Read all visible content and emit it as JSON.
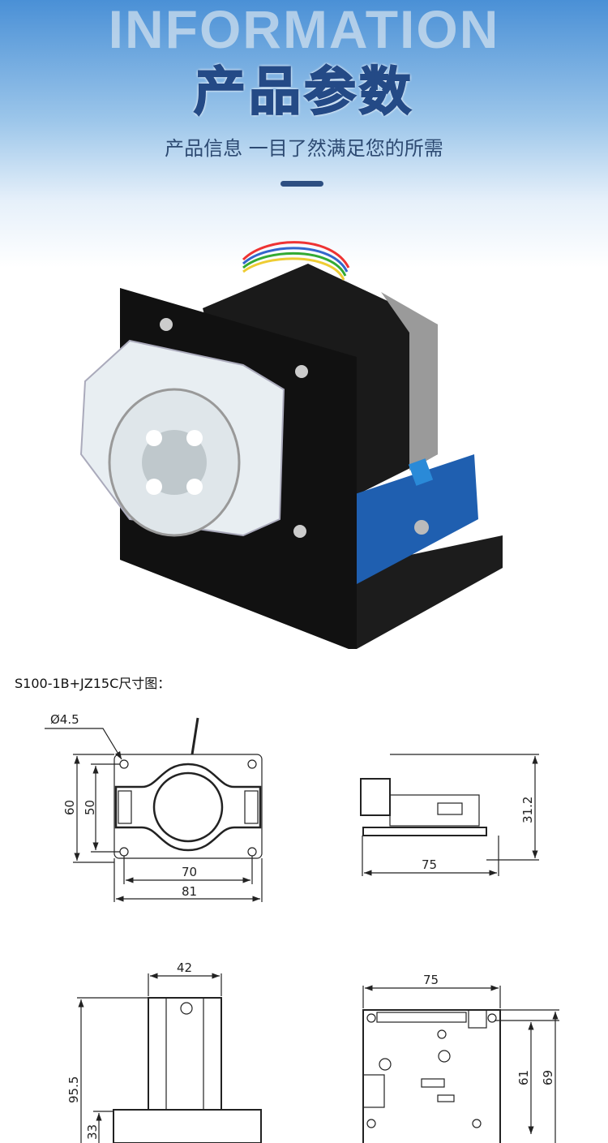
{
  "header": {
    "watermark": "INFORMATION",
    "title": "产品参数",
    "subtitle": "产品信息 一目了然满足您的所需"
  },
  "drawing_caption": "S100-1B+JZ15C尺寸图：",
  "dimensions": {
    "front": {
      "hole": "Ø4.5",
      "height_outer": "60",
      "height_inner": "50",
      "width_inner": "70",
      "width_outer": "81"
    },
    "side": {
      "height": "31.2",
      "length": "75"
    },
    "motor": {
      "width": "42",
      "height": "95.5",
      "base": "33"
    },
    "board": {
      "width": "75",
      "height_inner": "61",
      "height_outer": "69"
    }
  },
  "colors": {
    "title": "#244a86",
    "hero_top": "#4a90d6",
    "pcb": "#1f5fb0"
  }
}
